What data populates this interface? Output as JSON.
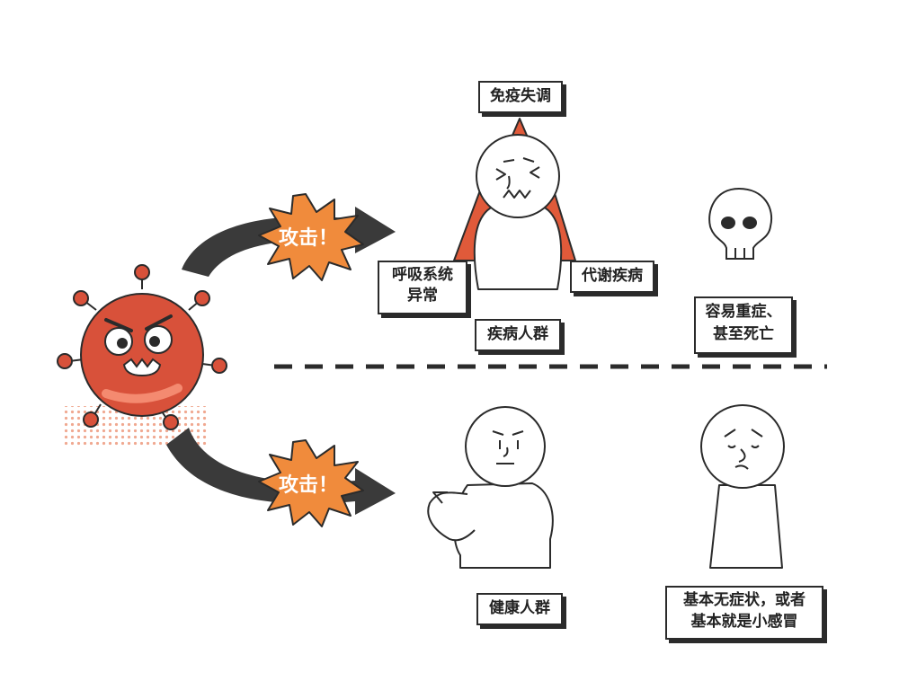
{
  "attack_label": "攻击！",
  "colors": {
    "virus": "#d8513a",
    "burst": "#f08b3c",
    "arrow": "#3a3a3a",
    "outline": "#2b2b2b"
  },
  "sick_group": {
    "title": "疾病人群",
    "top_factor": "免疫失调",
    "left_factor": [
      "呼吸系统",
      "异常"
    ],
    "right_factor": "代谢疾病",
    "outcome": [
      "容易重症、",
      "甚至死亡"
    ]
  },
  "healthy_group": {
    "title": "健康人群",
    "outcome": [
      "基本无症状，或者",
      "基本就是小感冒"
    ]
  }
}
